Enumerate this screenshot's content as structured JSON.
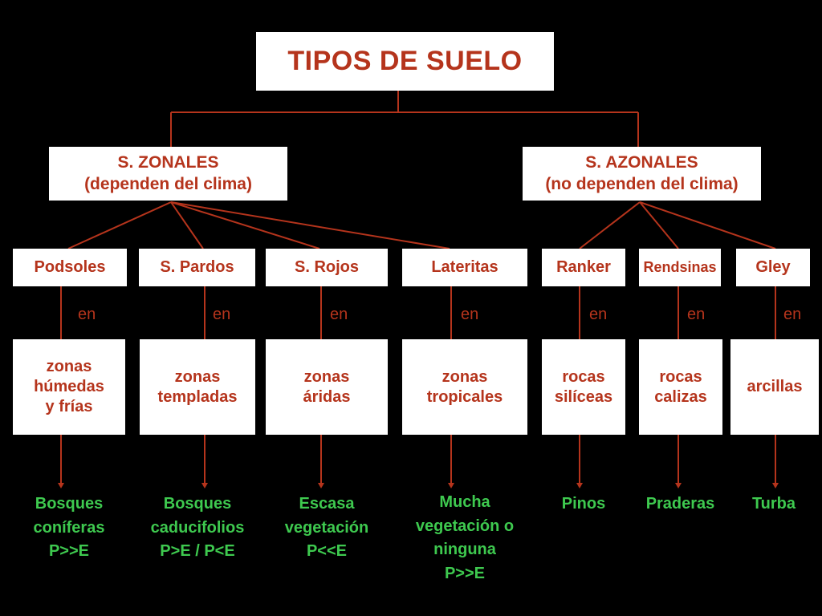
{
  "title": "TIPOS DE SUELO",
  "colors": {
    "background": "#000000",
    "box": "#ffffff",
    "text": "#b5341c",
    "line": "#b5341c",
    "result": "#3ec94f"
  },
  "categories": [
    {
      "name": "S. ZONALES",
      "desc": "(dependen del clima)"
    },
    {
      "name": "S. AZONALES",
      "desc": "(no dependen del clima)"
    }
  ],
  "connector": "en",
  "soils": [
    {
      "type": "Podsoles",
      "zone": [
        "zonas",
        "húmedas",
        "y frías"
      ],
      "result": [
        "Bosques",
        "coníferas",
        "P>>E"
      ]
    },
    {
      "type": "S. Pardos",
      "zone": [
        "zonas",
        "templadas"
      ],
      "result": [
        "Bosques",
        "caducifolios",
        "P>E / P<E"
      ]
    },
    {
      "type": "S. Rojos",
      "zone": [
        "zonas",
        "áridas"
      ],
      "result": [
        "Escasa",
        "vegetación",
        "P<<E"
      ]
    },
    {
      "type": "Lateritas",
      "zone": [
        "zonas",
        "tropicales"
      ],
      "result": [
        "Mucha",
        "vegetación o",
        "ninguna",
        "P>>E"
      ]
    },
    {
      "type": "Ranker",
      "zone": [
        "rocas",
        "silíceas"
      ],
      "result": [
        "Pinos"
      ]
    },
    {
      "type": "Rendsinas",
      "zone": [
        "rocas",
        "calizas"
      ],
      "result": [
        "Praderas"
      ]
    },
    {
      "type": "Gley",
      "zone": [
        "arcillas"
      ],
      "result": [
        "Turba"
      ]
    }
  ]
}
